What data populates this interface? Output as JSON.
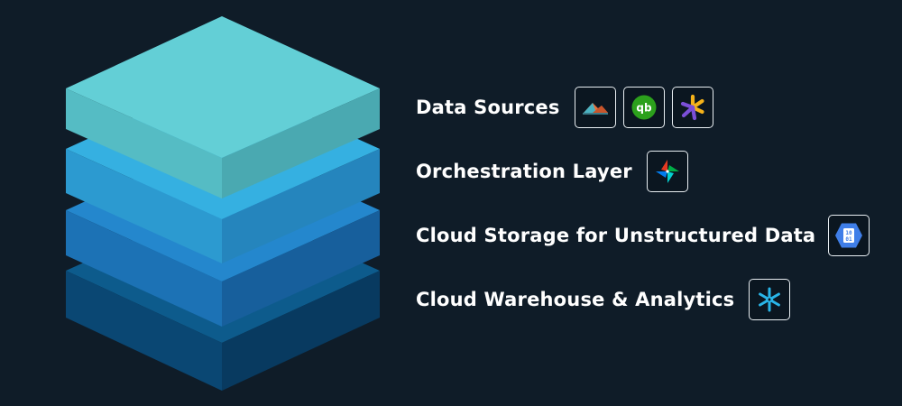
{
  "layers": [
    {
      "label": "Data Sources",
      "icons": [
        "mountain-logo-icon",
        "quickbooks-logo-icon",
        "starburst-logo-icon"
      ]
    },
    {
      "label": "Orchestration Layer",
      "icons": [
        "airflow-pinwheel-icon"
      ]
    },
    {
      "label": "Cloud Storage for Unstructured Data",
      "icons": [
        "cloud-storage-hexagon-icon"
      ]
    },
    {
      "label": "Cloud Warehouse & Analytics",
      "icons": [
        "snowflake-logo-icon"
      ]
    }
  ],
  "quickbooks_mark": "qb",
  "storage_mark": "10\n01",
  "colors": {
    "background": "#0f1c28",
    "layer1_top": "#63cfd6",
    "layer2_top": "#35b0e1",
    "layer3_top": "#2487cd",
    "layer4_top": "#0d5b8c",
    "tile_border": "#e8eef2",
    "text": "#ffffff"
  }
}
